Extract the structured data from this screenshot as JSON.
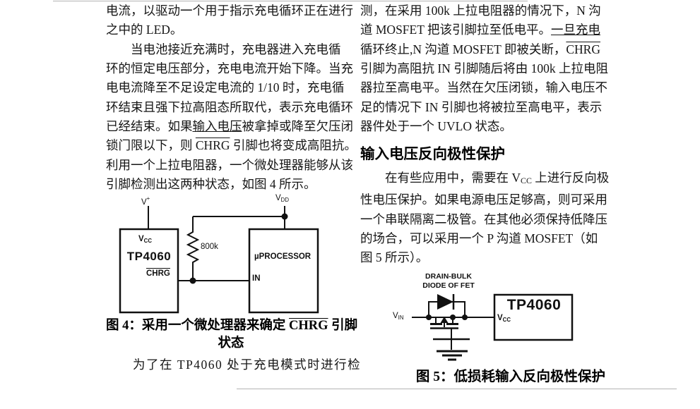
{
  "colors": {
    "text": "#161616",
    "caption": "#000000",
    "diagram_ink": "#111111",
    "rule": "#b4b4b4",
    "background": "#ffffff"
  },
  "left_column": {
    "lines": [
      [
        {
          "t": "电流，以驱动一个用于指示充电循环正在进行"
        }
      ],
      [
        {
          "t": "之中的 LED。"
        }
      ],
      [
        {
          "t": "　　当电池接近充满时，充电器进入充电循"
        }
      ],
      [
        {
          "t": "环的恒定电压部分，充电电流开始下降。当充"
        }
      ],
      [
        {
          "t": "电电流降至不足设定电流的 1/10 时，充电循"
        }
      ],
      [
        {
          "t": "环结束且强下拉高阻态所取代，表示充电循环"
        }
      ],
      [
        {
          "t": "已经结束。如果"
        },
        {
          "t": "输入电压",
          "s": "u"
        },
        {
          "t": "被拿掉或降至欠压闭"
        }
      ],
      [
        {
          "t": "锁门限以下，则 "
        },
        {
          "t": "CHRG",
          "s": "o"
        },
        {
          "t": " 引脚也将变成高阻抗。"
        }
      ],
      [
        {
          "t": "利用一个上拉电阻器，一个微处理器能够从该"
        }
      ],
      [
        {
          "t": "引脚检测出这两种状态，如图 4 所示。"
        }
      ]
    ],
    "continuation_lines": [
      [
        {
          "t": "　　为了在 TP4060 处于充电模式时进行检"
        }
      ]
    ]
  },
  "right_column": {
    "lines": [
      [
        {
          "t": "测，在采用 100k 上拉电阻器的情况下，N 沟"
        }
      ],
      [
        {
          "t": "道 MOSFET 把该引脚拉至低电平。"
        },
        {
          "t": "一旦充电",
          "s": "u"
        }
      ],
      [
        {
          "t": "循环终止,N 沟道 MOSFET 即被关断，"
        },
        {
          "t": "CHRG",
          "s": "o"
        }
      ],
      [
        {
          "t": "引脚为高阻抗 IN 引脚随后将由 100k 上拉电阻"
        }
      ],
      [
        {
          "t": "器拉至高电平。当然在欠压闭锁，输入电压不"
        }
      ],
      [
        {
          "t": "足的情况下 IN 引脚也将被拉至高电平，表示"
        }
      ],
      [
        {
          "t": "器件处于一个 UVLO 状态。"
        }
      ]
    ],
    "section_heading": "输入电压反向极性保护",
    "paragraph2_lines": [
      [
        {
          "t": "　　在有些应用中，需要在 V"
        },
        {
          "t": "CC",
          "s": "sub"
        },
        {
          "t": " 上进行反向极"
        }
      ],
      [
        {
          "t": "性电压保护。如果电源电压足够高，则可采用"
        }
      ],
      [
        {
          "t": "一个串联隔离二极管。在其他必须保持低降压"
        }
      ],
      [
        {
          "t": "的场合，可以采用一个 P 沟道 MOSFET（如"
        }
      ],
      [
        {
          "t": "图 5 所示）。"
        }
      ]
    ]
  },
  "figure4": {
    "caption_lines": [
      [
        {
          "t": "图 4：采用一个微处理器来确定 "
        },
        {
          "t": "CHRG",
          "s": "o"
        },
        {
          "t": " 引脚"
        }
      ],
      [
        {
          "t": "状态"
        }
      ]
    ],
    "labels": {
      "v_plus_base": "V",
      "v_plus_sup": "+",
      "vdd_base": "V",
      "vdd_sub": "DD",
      "vcc_base": "V",
      "vcc_sub": "CC",
      "chip": "TP4060",
      "chrg_pin": "CHRG",
      "resistor_value": "800k",
      "processor": "µPROCESSOR",
      "in_pin": "IN"
    }
  },
  "figure5": {
    "caption": "图 5：低损耗输入反向极性保护",
    "labels": {
      "note_line1": "DRAIN-BULK",
      "note_line2": "DIODE OF FET",
      "vin_base": "V",
      "vin_sub": "IN",
      "chip": "TP4060",
      "vcc_base": "V",
      "vcc_sub": "CC"
    }
  }
}
